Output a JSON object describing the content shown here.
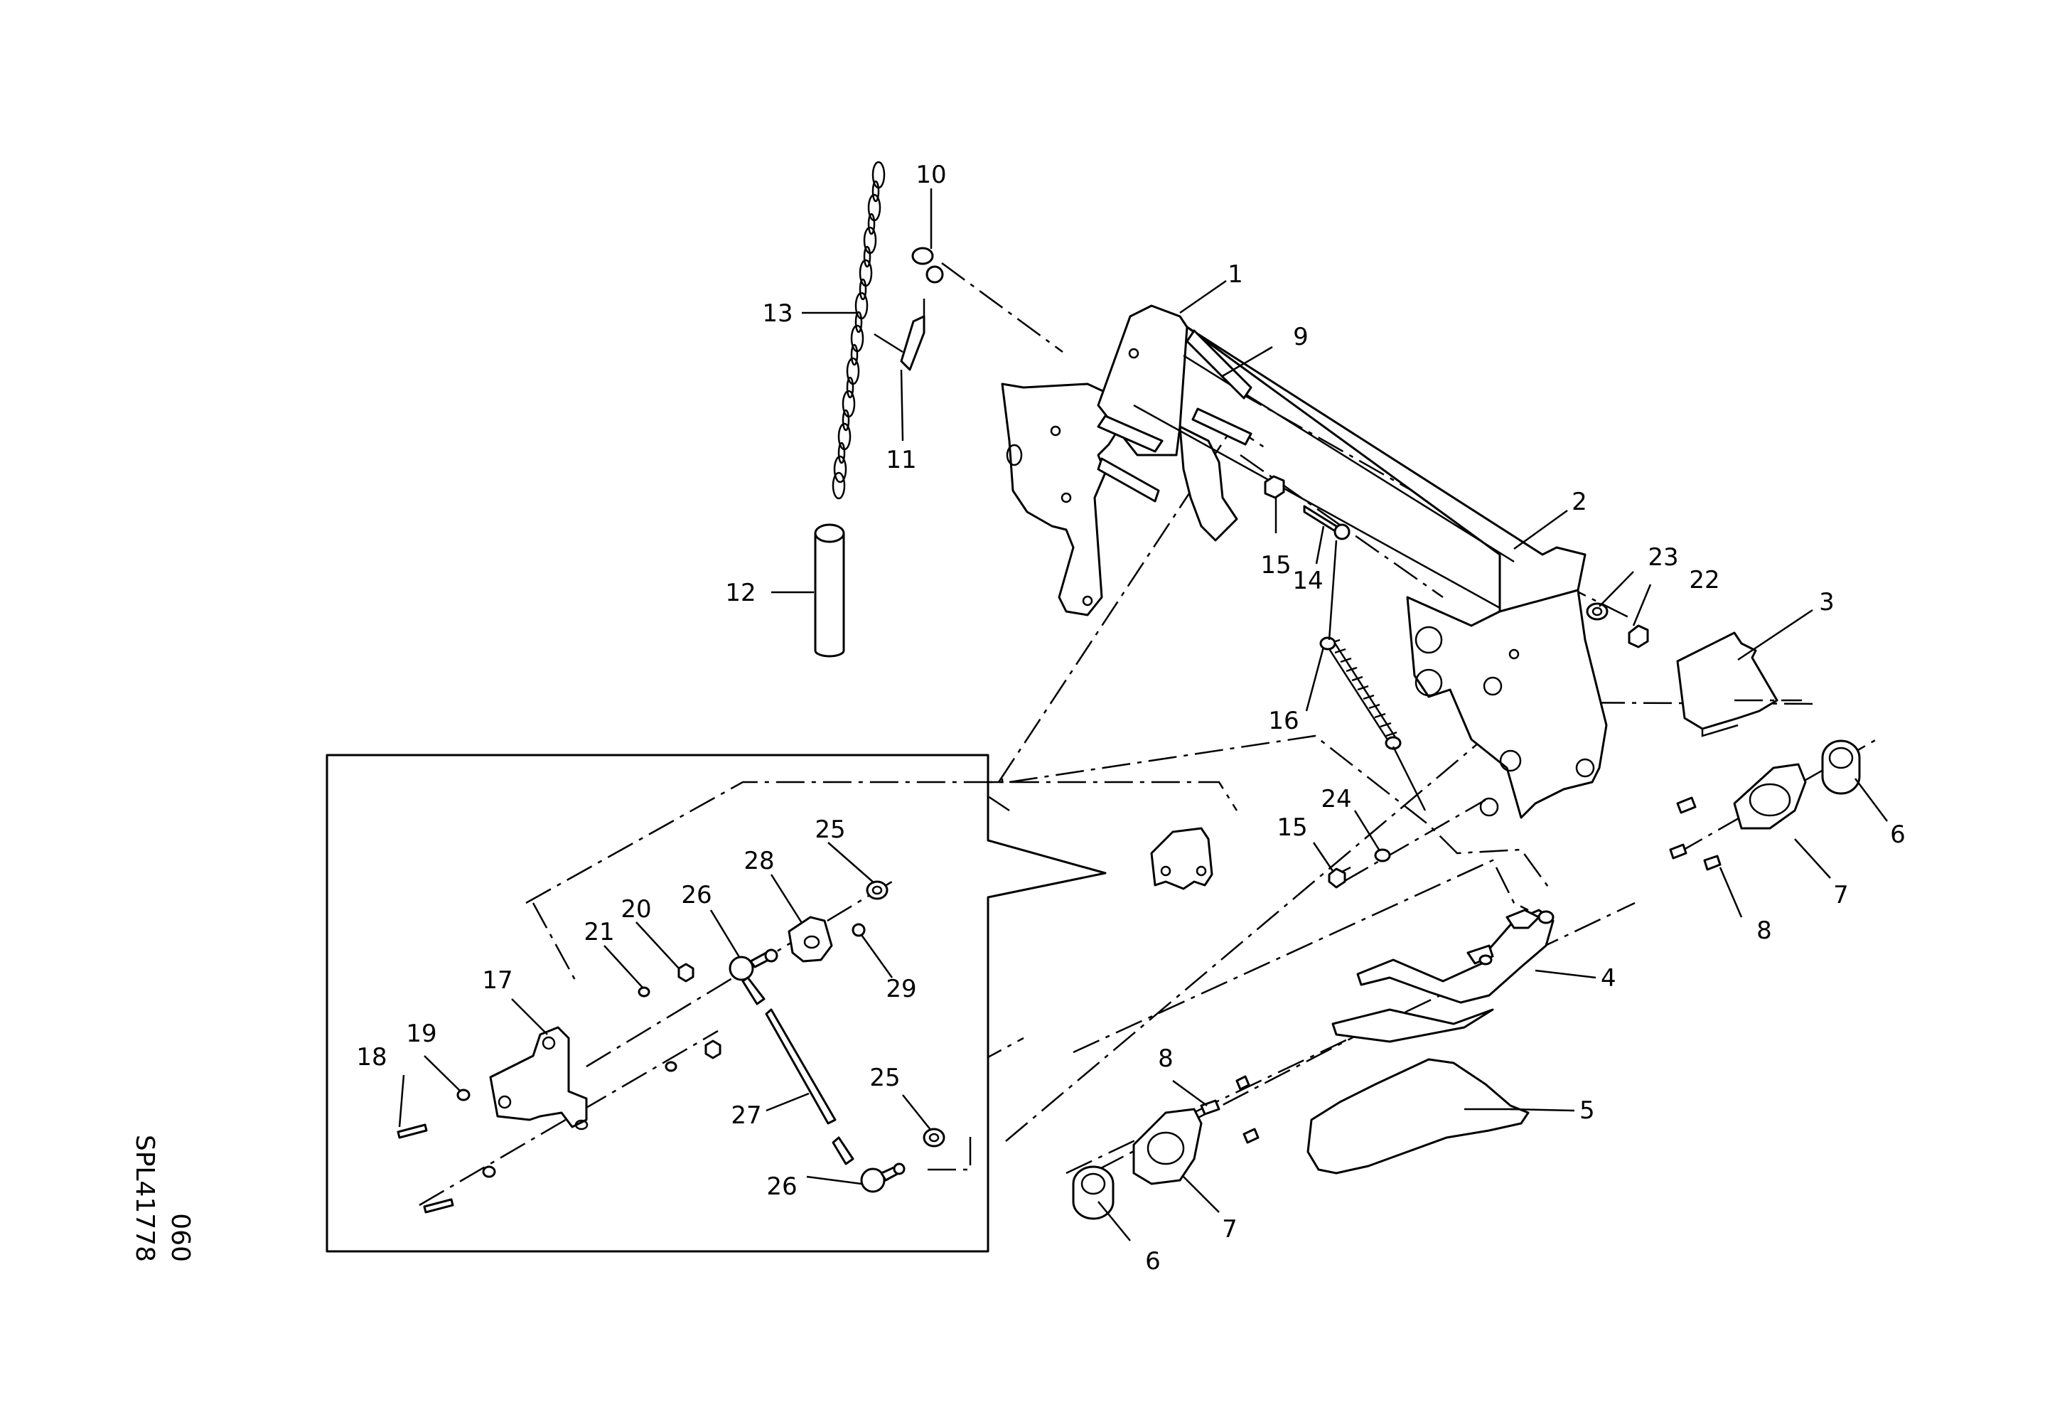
{
  "diagram": {
    "callouts": [
      "1",
      "2",
      "3",
      "4",
      "5",
      "6",
      "6",
      "7",
      "7",
      "8",
      "8",
      "9",
      "10",
      "11",
      "12",
      "13",
      "14",
      "15",
      "15",
      "16",
      "17",
      "18",
      "19",
      "20",
      "21",
      "22",
      "23",
      "24",
      "25",
      "25",
      "26",
      "26",
      "27",
      "28",
      "29"
    ],
    "figure_code": "SPL41778",
    "figure_number": "060"
  }
}
